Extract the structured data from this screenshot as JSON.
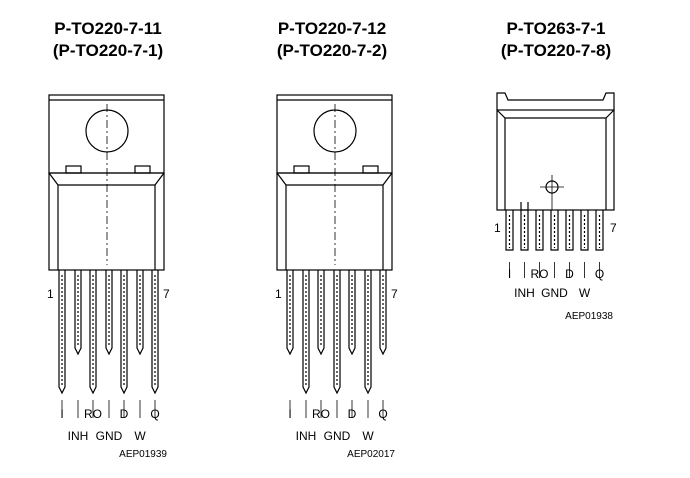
{
  "packages": [
    {
      "title_line1": "P-TO220-7-11",
      "title_line2": "(P-TO220-7-1)",
      "pin_first": "1",
      "pin_last": "7",
      "pin_names": [
        "I",
        "RO",
        "D",
        "Q"
      ],
      "pin_names_lower": [
        "INH",
        "GND",
        "W"
      ],
      "ref_code": "AEP01939"
    },
    {
      "title_line1": "P-TO220-7-12",
      "title_line2": "(P-TO220-7-2)",
      "pin_first": "1",
      "pin_last": "7",
      "pin_names": [
        "I",
        "RO",
        "D",
        "Q"
      ],
      "pin_names_lower": [
        "INH",
        "GND",
        "W"
      ],
      "ref_code": "AEP02017"
    },
    {
      "title_line1": "P-TO263-7-1",
      "title_line2": "(P-TO220-7-8)",
      "pin_first": "1",
      "pin_last": "7",
      "pin_names": [
        "I",
        "RO",
        "D",
        "Q"
      ],
      "pin_names_lower": [
        "INH",
        "GND",
        "W"
      ],
      "ref_code": "AEP01938"
    }
  ]
}
